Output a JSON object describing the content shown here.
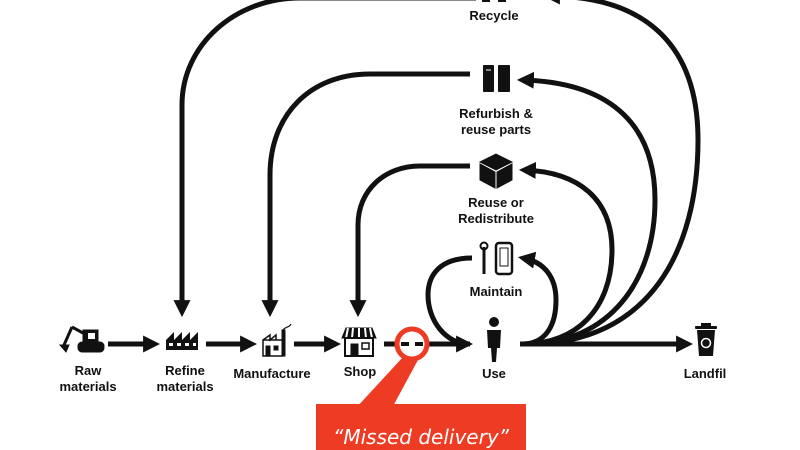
{
  "colors": {
    "line": "#111111",
    "accent": "#ee3b24",
    "background": "#ffffff"
  },
  "stages": {
    "raw_materials": {
      "label": "Raw\nmaterials",
      "icon": "excavator-icon"
    },
    "refine_materials": {
      "label": "Refine\nmaterials",
      "icon": "refinery-icon"
    },
    "manufacture": {
      "label": "Manufacture",
      "icon": "factory-icon"
    },
    "shop": {
      "label": "Shop",
      "icon": "shop-icon"
    },
    "use": {
      "label": "Use",
      "icon": "person-icon"
    },
    "landfill": {
      "label": "Landfil",
      "icon": "bin-icon"
    }
  },
  "loops": {
    "recycle": {
      "label": "Recycle",
      "icon": "recycle-icon"
    },
    "refurbish": {
      "label": "Refurbish &\nreuse parts",
      "icon": "phone-parts-icon"
    },
    "reuse": {
      "label": "Reuse or\nRedistribute",
      "icon": "box-icon"
    },
    "maintain": {
      "label": "Maintain",
      "icon": "wrench-phone-icon"
    }
  },
  "highlight": {
    "icon": "broken-link-icon"
  },
  "callout": {
    "text": "“Missed delivery”"
  }
}
